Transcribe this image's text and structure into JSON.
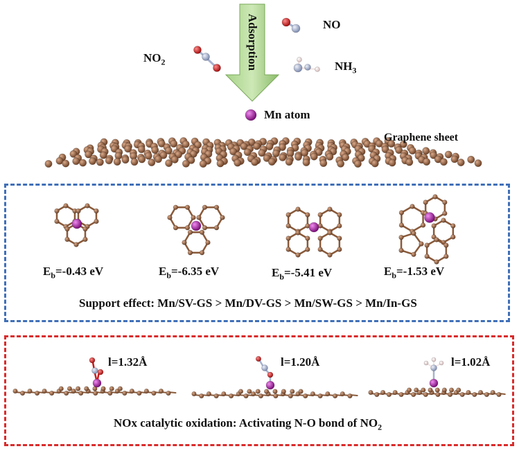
{
  "top": {
    "arrow_label": "Adsorption",
    "molecules": {
      "no2_main": "NO",
      "no2_sub": "2",
      "no": "NO",
      "nh3_main": "NH",
      "nh3_sub": "3"
    },
    "mn_atom_label": "Mn atom",
    "graphene_label": "Graphene sheet"
  },
  "support_panel": {
    "energies": [
      {
        "main": "E",
        "sub": "b",
        "value": "=-0.43 eV"
      },
      {
        "main": "E",
        "sub": "b",
        "value": "=-6.35 eV"
      },
      {
        "main": "E",
        "sub": "b",
        "value": "=-5.41 eV"
      },
      {
        "main": "E",
        "sub": "b",
        "value": "=-1.53 eV"
      }
    ],
    "caption": "Support effect: Mn/SV-GS > Mn/DV-GS > Mn/SW-GS > Mn/In-GS"
  },
  "oxidation_panel": {
    "bonds": [
      "l=1.32Å",
      "l=1.20Å",
      "l=1.02Å"
    ],
    "caption_main": "NOx catalytic oxidation: Activating N-O bond of NO",
    "caption_sub": "2"
  },
  "colors": {
    "carbon": "#8a5a3a",
    "manganese": "#a0189e",
    "oxygen": "#cc1a1a",
    "nitrogen": "#a6b2cf",
    "hydrogen": "#f2e6e6",
    "arrow_fill": "#9bc87a",
    "blue_frame": "#3f6fb8",
    "red_frame": "#d92b2b"
  }
}
